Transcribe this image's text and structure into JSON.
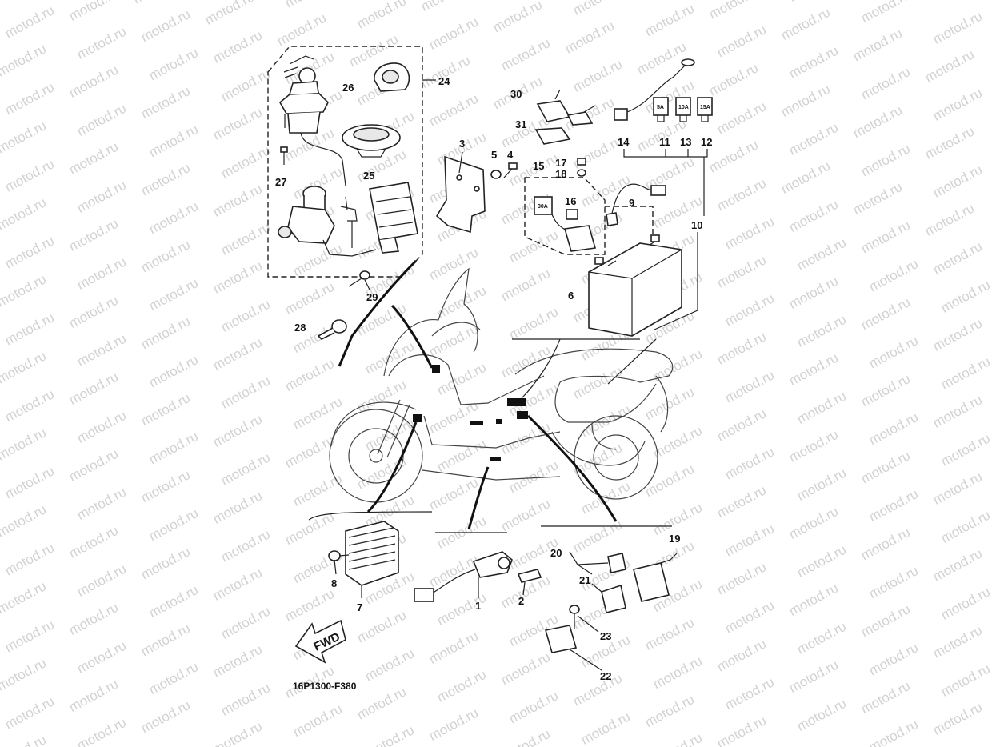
{
  "diagram": {
    "code": "16P1300-F380",
    "watermark": "motod.ru",
    "fwd_label": "FWD",
    "fuse_labels": [
      "5A",
      "10A",
      "15A",
      "30A"
    ],
    "callouts": [
      {
        "id": "c1",
        "label": "1"
      },
      {
        "id": "c2",
        "label": "2"
      },
      {
        "id": "c3",
        "label": "3"
      },
      {
        "id": "c4",
        "label": "4"
      },
      {
        "id": "c5",
        "label": "5"
      },
      {
        "id": "c6",
        "label": "6"
      },
      {
        "id": "c7",
        "label": "7"
      },
      {
        "id": "c8",
        "label": "8"
      },
      {
        "id": "c9",
        "label": "9"
      },
      {
        "id": "c10",
        "label": "10"
      },
      {
        "id": "c11",
        "label": "11"
      },
      {
        "id": "c12",
        "label": "12"
      },
      {
        "id": "c13",
        "label": "13"
      },
      {
        "id": "c14",
        "label": "14"
      },
      {
        "id": "c15",
        "label": "15"
      },
      {
        "id": "c16",
        "label": "16"
      },
      {
        "id": "c17",
        "label": "17"
      },
      {
        "id": "c18",
        "label": "18"
      },
      {
        "id": "c19",
        "label": "19"
      },
      {
        "id": "c20",
        "label": "20"
      },
      {
        "id": "c21",
        "label": "21"
      },
      {
        "id": "c22",
        "label": "22"
      },
      {
        "id": "c23",
        "label": "23"
      },
      {
        "id": "c24",
        "label": "24"
      },
      {
        "id": "c25",
        "label": "25"
      },
      {
        "id": "c26",
        "label": "26"
      },
      {
        "id": "c27",
        "label": "27"
      },
      {
        "id": "c28",
        "label": "28"
      },
      {
        "id": "c29",
        "label": "29"
      },
      {
        "id": "c30",
        "label": "30"
      },
      {
        "id": "c31",
        "label": "31"
      }
    ]
  }
}
